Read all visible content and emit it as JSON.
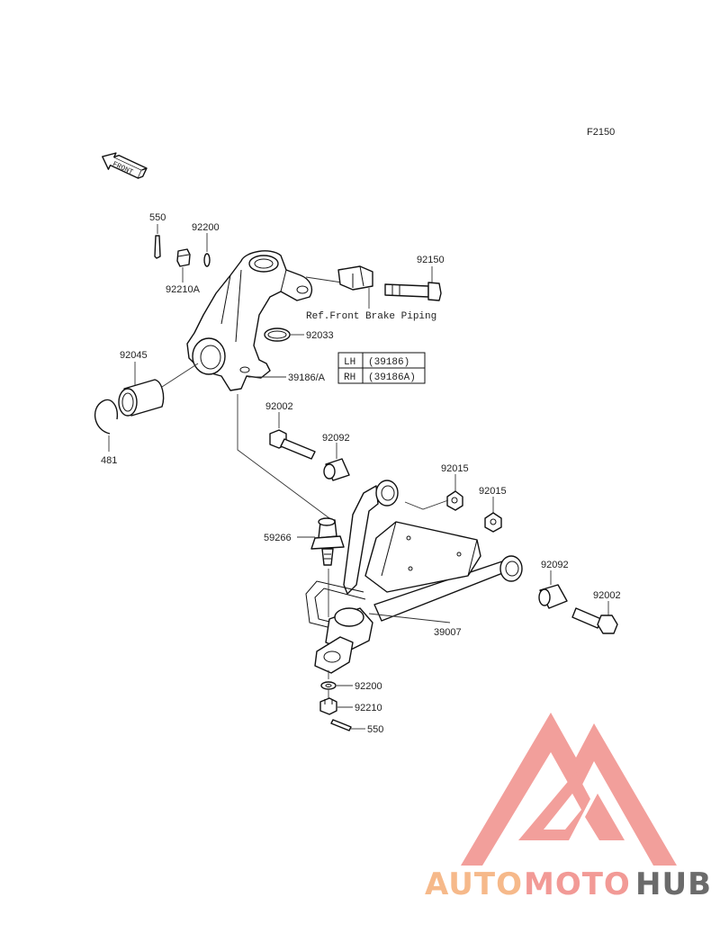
{
  "diagram_code": "F2150",
  "front_arrow_label": "FRONT",
  "parts": {
    "p550_top": "550",
    "p92200_top": "92200",
    "p92210A": "92210A",
    "p92150": "92150",
    "p_ref_brake": "Ref.Front Brake Piping",
    "p92033": "92033",
    "p92045": "92045",
    "p39186": "39186/A",
    "p481": "481",
    "p92002_top": "92002",
    "p92092_top": "92092",
    "p92015_a": "92015",
    "p92015_b": "92015",
    "p59266": "59266",
    "p92092_right": "92092",
    "p92002_right": "92002",
    "p39007": "39007",
    "p92200_bottom": "92200",
    "p92210": "92210",
    "p550_bottom": "550"
  },
  "side_table": {
    "rows": [
      {
        "side": "LH",
        "part": "(39186)"
      },
      {
        "side": "RH",
        "part": "(39186A)"
      }
    ]
  },
  "watermark": {
    "part1": "AUTO",
    "part2": "MOTO",
    "part3": "HUB",
    "colors": {
      "auto": "#f6b98a",
      "moto": "#f29a96",
      "hub": "#6b6b6b",
      "logo": "#f29a96"
    }
  }
}
